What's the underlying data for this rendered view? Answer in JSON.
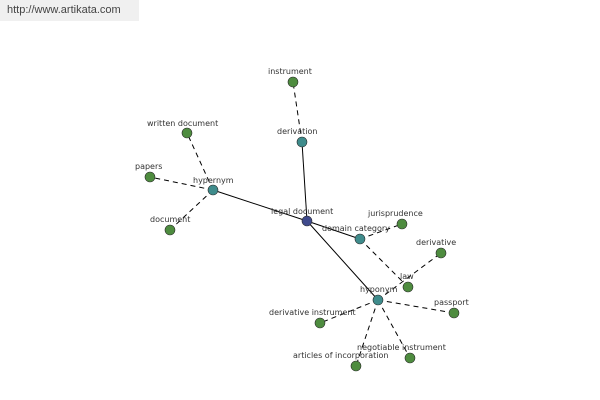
{
  "watermark": {
    "url": "http://www.artikata.com"
  },
  "graph": {
    "colors": {
      "center": "#3f4a8c",
      "relation": "#3f8c8c",
      "leaf": "#4e8c3f",
      "edge": "#000000",
      "dashed_edge": "#000000"
    },
    "nodes": [
      {
        "id": "legal_document",
        "label": "legal document",
        "kind": "center"
      },
      {
        "id": "hypernym",
        "label": "hypernym",
        "kind": "relation"
      },
      {
        "id": "derivation",
        "label": "derivation",
        "kind": "relation"
      },
      {
        "id": "domain_category",
        "label": "domain category",
        "kind": "relation"
      },
      {
        "id": "hyponym",
        "label": "hyponym",
        "kind": "relation"
      },
      {
        "id": "written_document",
        "label": "written document",
        "kind": "leaf"
      },
      {
        "id": "papers",
        "label": "papers",
        "kind": "leaf"
      },
      {
        "id": "document",
        "label": "document",
        "kind": "leaf"
      },
      {
        "id": "instrument",
        "label": "instrument",
        "kind": "leaf"
      },
      {
        "id": "jurisprudence",
        "label": "jurisprudence",
        "kind": "leaf"
      },
      {
        "id": "derivative",
        "label": "derivative",
        "kind": "leaf"
      },
      {
        "id": "law",
        "label": "law",
        "kind": "leaf"
      },
      {
        "id": "passport",
        "label": "passport",
        "kind": "leaf"
      },
      {
        "id": "derivative_instrument",
        "label": "derivative instrument",
        "kind": "leaf"
      },
      {
        "id": "negotiable_instrument",
        "label": "negotiable instrument",
        "kind": "leaf"
      },
      {
        "id": "articles_of_incorporation",
        "label": "articles of incorporation",
        "kind": "leaf"
      }
    ],
    "edges": [
      {
        "from": "legal_document",
        "to": "hypernym",
        "style": "solid"
      },
      {
        "from": "legal_document",
        "to": "derivation",
        "style": "solid"
      },
      {
        "from": "legal_document",
        "to": "domain_category",
        "style": "solid"
      },
      {
        "from": "legal_document",
        "to": "hyponym",
        "style": "solid"
      },
      {
        "from": "hypernym",
        "to": "written_document",
        "style": "dashed"
      },
      {
        "from": "hypernym",
        "to": "papers",
        "style": "dashed"
      },
      {
        "from": "hypernym",
        "to": "document",
        "style": "dashed"
      },
      {
        "from": "derivation",
        "to": "instrument",
        "style": "dashed"
      },
      {
        "from": "domain_category",
        "to": "jurisprudence",
        "style": "dashed"
      },
      {
        "from": "domain_category",
        "to": "law",
        "style": "dashed"
      },
      {
        "from": "hyponym",
        "to": "derivative",
        "style": "dashed"
      },
      {
        "from": "hyponym",
        "to": "passport",
        "style": "dashed"
      },
      {
        "from": "hyponym",
        "to": "derivative_instrument",
        "style": "dashed"
      },
      {
        "from": "hyponym",
        "to": "negotiable_instrument",
        "style": "dashed"
      },
      {
        "from": "hyponym",
        "to": "articles_of_incorporation",
        "style": "dashed"
      }
    ]
  }
}
